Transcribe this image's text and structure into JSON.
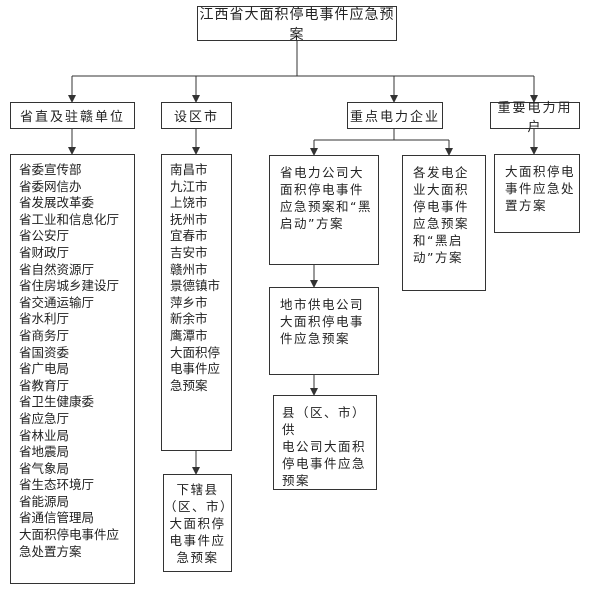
{
  "title": "江西省大面积停电事件应急预案",
  "categories": {
    "provincial": "省直及驻赣单位",
    "cities": "设区市",
    "power": "重点电力企业",
    "users": "重要电力用户"
  },
  "provincial_units": [
    "省委宣传部",
    "省委网信办",
    "省发展改革委",
    "省工业和信息化厅",
    "省公安厅",
    "省财政厅",
    "省自然资源厅",
    "省住房城乡建设厅",
    "省交通运输厅",
    "省水利厅",
    "省商务厅",
    "省国资委",
    "省广电局",
    "省教育厅",
    "省卫生健康委",
    "省应急厅",
    "省林业局",
    "省地震局",
    "省气象局",
    "省生态环境厅",
    "省能源局",
    "省通信管理局",
    "大面积停电事件应",
    "急处置方案"
  ],
  "city_list": [
    "南昌市",
    "九江市",
    "上饶市",
    "抚州市",
    "宜春市",
    "吉安市",
    "赣州市",
    "景德镇市",
    "萍乡市",
    "新余市",
    "鹰潭市",
    "大面积停",
    "电事件应",
    "急预案"
  ],
  "county_plan": [
    "下辖县",
    "（区、市）",
    "大面积停",
    "电事件应",
    "急预案"
  ],
  "power_company_plan": [
    "省电力公司大",
    "面积停电事件",
    "应急预案和“黑",
    "启动”方案"
  ],
  "generation_plan": [
    "各发电企",
    "业大面积",
    "停电事件",
    "应急预案",
    "和“黑启",
    "动”方案"
  ],
  "city_supply_plan": [
    "地市供电公司",
    "大面积停电事",
    "件应急预案"
  ],
  "county_supply_plan": [
    "县（区、市）供",
    "电公司大面积",
    "停电事件应急",
    "预案"
  ],
  "user_plan": [
    "大面积停电",
    "事件应急处",
    "置方案"
  ]
}
